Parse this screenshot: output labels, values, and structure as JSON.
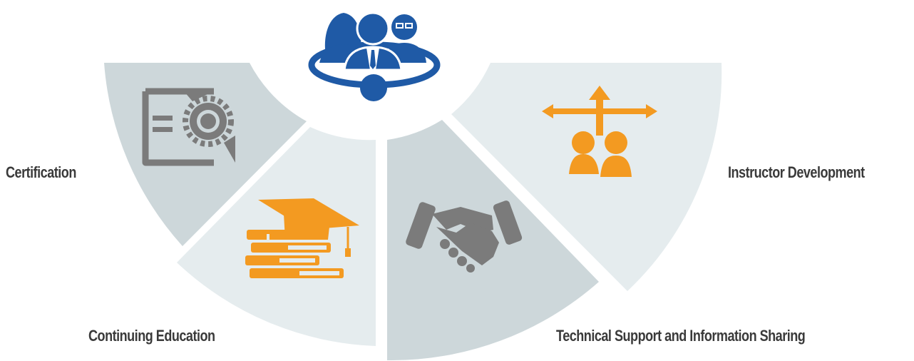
{
  "diagram": {
    "segments": [
      {
        "key": "certification",
        "label": "Certification",
        "icon": "certificate-gear-icon"
      },
      {
        "key": "continuing_education",
        "label": "Continuing Education",
        "icon": "books-graduation-cap-icon"
      },
      {
        "key": "technical_support",
        "label": "Technical Support and Information Sharing",
        "icon": "handshake-icon"
      },
      {
        "key": "instructor_development",
        "label": "Instructor Development",
        "icon": "people-direction-arrows-icon"
      }
    ],
    "center_icon": "team-people-icon",
    "colors": {
      "segment_dark": "#cdd7da",
      "segment_light": "#e5ecee",
      "orange": "#f39a21",
      "gray_icon": "#7b7b7b",
      "blue": "#1f5aa6",
      "text": "#3a3a3a"
    }
  }
}
